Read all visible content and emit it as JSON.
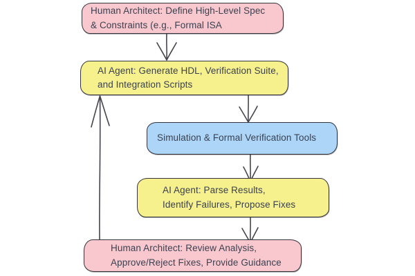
{
  "diagram": {
    "title": "AI-assisted hardware design loop flowchart",
    "background": "#ffffff",
    "colors": {
      "human_node_fill": "#f9c8cf",
      "ai_node_fill": "#f6f08d",
      "tool_node_fill": "#acd5f8",
      "node_border": "#33333b",
      "edge_stroke": "#44444c",
      "text": "#3a4150"
    },
    "nodes": [
      {
        "id": "define-spec",
        "role": "human",
        "fill": "#f9c8cf",
        "lines": [
          "Human Architect: Define High-Level Spec",
          "& Constraints (e.g., Formal ISA"
        ]
      },
      {
        "id": "generate-hdl",
        "role": "ai",
        "fill": "#f6f08d",
        "lines": [
          "AI Agent: Generate HDL, Verification Suite,",
          "and Integration Scripts"
        ]
      },
      {
        "id": "simulation-tools",
        "role": "tool",
        "fill": "#acd5f8",
        "lines": [
          "Simulation & Formal Verification Tools"
        ]
      },
      {
        "id": "parse-results",
        "role": "ai",
        "fill": "#f6f08d",
        "lines": [
          "AI Agent: Parse Results,",
          "Identify Failures, Propose Fixes"
        ]
      },
      {
        "id": "review-analysis",
        "role": "human",
        "fill": "#f9c8cf",
        "lines": [
          "Human Architect: Review Analysis,",
          "Approve/Reject Fixes, Provide Guidance"
        ]
      }
    ],
    "edges": [
      {
        "from": "define-spec",
        "to": "generate-hdl",
        "direction": "down"
      },
      {
        "from": "generate-hdl",
        "to": "simulation-tools",
        "direction": "down"
      },
      {
        "from": "simulation-tools",
        "to": "parse-results",
        "direction": "down"
      },
      {
        "from": "parse-results",
        "to": "review-analysis",
        "direction": "down"
      },
      {
        "from": "review-analysis",
        "to": "generate-hdl",
        "direction": "up",
        "kind": "feedback"
      }
    ]
  }
}
